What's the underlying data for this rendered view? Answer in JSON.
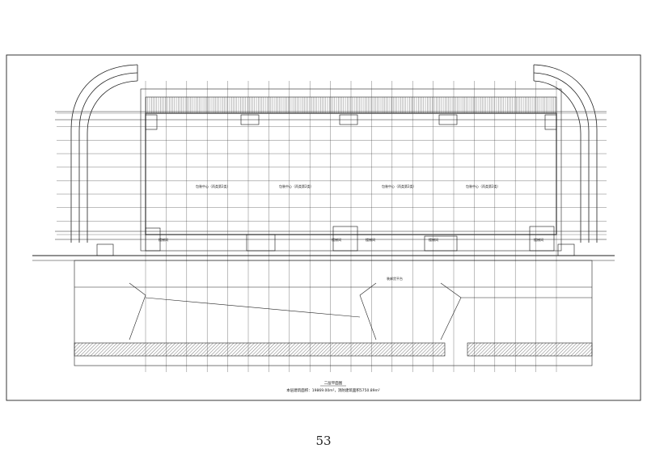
{
  "drawing": {
    "title": "二层平面图",
    "area_note": "本层建筑面积：19869.00m²，消防建筑面积5750.89m²",
    "room_labels": [
      "包装中心（丙类第2类）",
      "包装中心（丙类第2类）",
      "包装中心（丙类第2类）",
      "包装中心（丙类第2类）"
    ],
    "platform_label": "装卸货平台",
    "stair_labels": [
      "楼梯间",
      "楼梯间",
      "楼梯间",
      "楼梯间",
      "楼梯间"
    ],
    "line_color": "#1a1a1a",
    "hatch_color": "#555555"
  },
  "page": {
    "number": "53"
  }
}
